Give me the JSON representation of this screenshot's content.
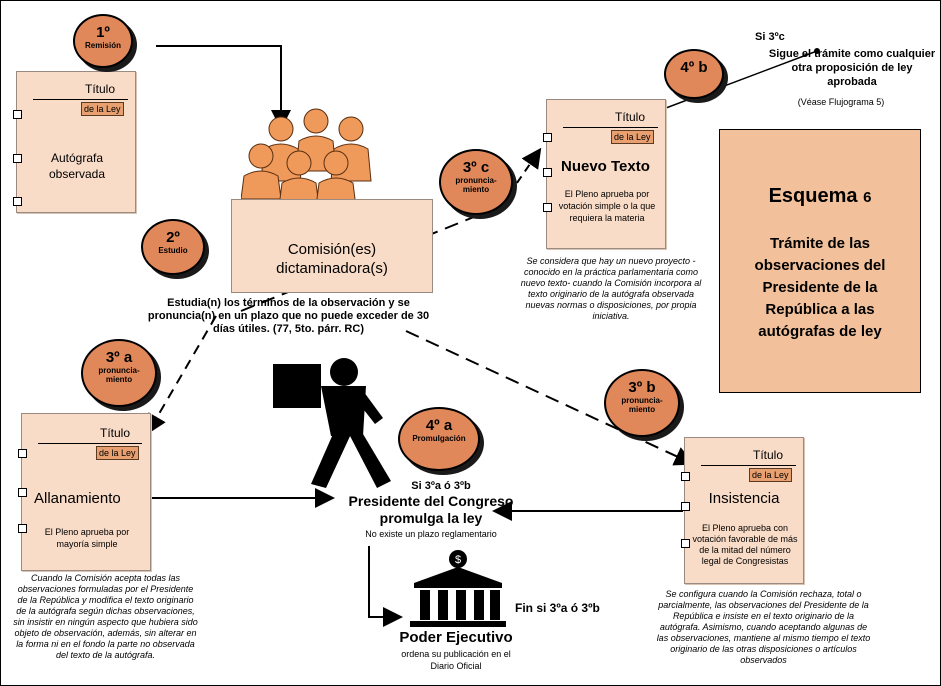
{
  "titulo": "Título",
  "de_la_ley": "de la Ley",
  "autografa": {
    "label": "Autógrafa observada"
  },
  "comision": {
    "label": "Comisión(es) dictaminadora(s)"
  },
  "nuevo_texto": {
    "label": "Nuevo Texto",
    "desc": "El Pleno aprueba por votación simple o la que requiera la materia"
  },
  "allanamiento": {
    "label": "Allanamiento",
    "desc": "El Pleno aprueba por mayoría simple"
  },
  "insistencia": {
    "label": "Insistencia",
    "desc": "El Pleno aprueba con votación favorable de más de la mitad del número legal de Congresistas"
  },
  "steps": {
    "s1": {
      "num": "1º",
      "sub": "Remisión"
    },
    "s2": {
      "num": "2º",
      "sub": "Estudio"
    },
    "s3a": {
      "num": "3º a",
      "sub": "pronuncia-miento"
    },
    "s3b": {
      "num": "3º b",
      "sub": "pronuncia-miento"
    },
    "s3c": {
      "num": "3º c",
      "sub": "pronuncia-miento"
    },
    "s4a": {
      "num": "4º a",
      "sub": "Promulgación"
    },
    "s4b": {
      "num": "4º b",
      "sub": ""
    }
  },
  "estudio_text": "Estudia(n) los términos de la observación y se pronuncia(n) en un plazo que no puede exceder de 30 días útiles. (77, 5to. párr. RC)",
  "si3c": {
    "title": "Si 3ºc",
    "text": "Sigue el trámite como cualquier otra proposición de ley aprobada",
    "note": "(Véase Flujograma 5)"
  },
  "esquema": {
    "title": "Esquema",
    "number": "6",
    "text": "Trámite de las observaciones del Presidente de la República a las autógrafas de ley"
  },
  "nuevo_texto_note": "Se considera que hay un nuevo proyecto -conocido en la práctica parlamentaria como nuevo texto- cuando la Comisión incorpora al texto originario de la autógrafa observada nuevas normas o disposiciones, por propia iniciativa.",
  "allanamiento_note": "Cuando la Comisión acepta todas las observaciones formuladas por el Presidente de la República y modifica el texto originario de la autógrafa según dichas observaciones, sin insistir en ningún aspecto que hubiera sido objeto de observación, además, sin alterar en la forma ni en el fondo la parte no observada del texto de la autógrafa.",
  "insistencia_note": "Se configura cuando la Comisión rechaza, total o parcialmente, las observaciones del Presidente de la República e insiste en el texto originario de la autógrafa. Asimismo, cuando aceptando algunas de las observaciones, mantiene al mismo tiempo el texto originario de las otras disposiciones o artículos observados",
  "presidente": {
    "cond": "Si 3ºa ó 3ºb",
    "title": "Presidente del Congreso promulga la ley",
    "sub": "No existe un plazo reglamentario"
  },
  "fin": "Fin si 3ºa ó 3ºb",
  "poder": {
    "title": "Poder Ejecutivo",
    "sub": "ordena su publicación en el Diario Oficial"
  },
  "colors": {
    "doc_fill": "#f9dcc7",
    "circle_fill": "#e0885a",
    "esquema_fill": "#f2c19b",
    "people_fill": "#ef9a5a"
  }
}
